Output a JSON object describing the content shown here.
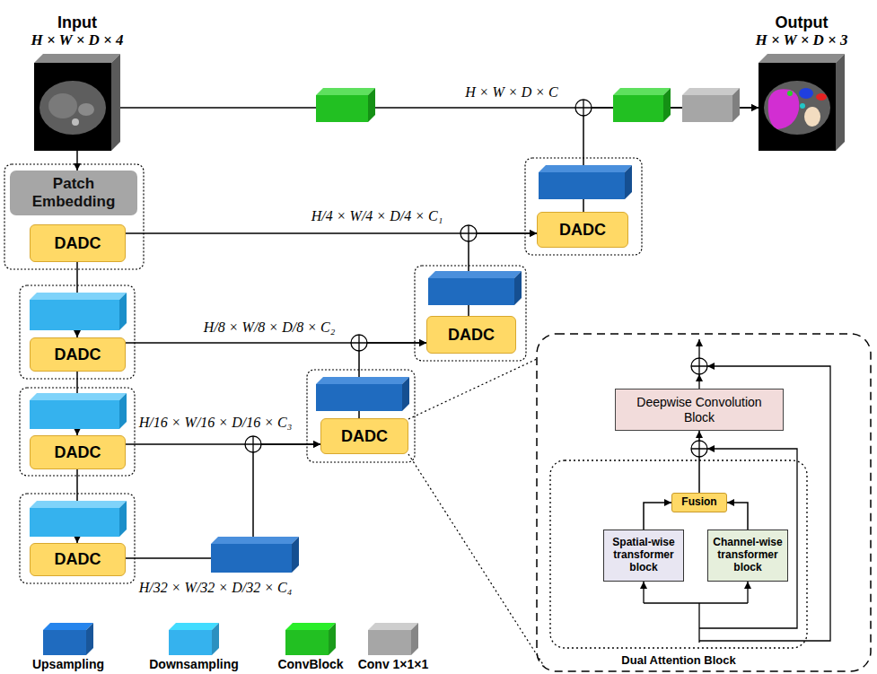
{
  "diagram": {
    "nodes": [
      {
        "text": [
          "Input",
          "H × W × D × 4"
        ]
      },
      {
        "text": [
          "Output",
          "H × W × D × 3"
        ]
      },
      {
        "text": [
          "Patch Embedding"
        ]
      },
      {
        "text": [
          "DADC"
        ]
      },
      {
        "text": [
          "DADC"
        ]
      },
      {
        "text": [
          "DADC"
        ]
      },
      {
        "text": [
          "DADC"
        ]
      },
      {
        "text": [
          "DADC"
        ]
      },
      {
        "text": [
          "DADC"
        ]
      },
      {
        "text": [
          "DADC"
        ]
      },
      {
        "text": [
          "Deepwise Convolution Block"
        ]
      },
      {
        "text": [
          "Dual Attention Block"
        ]
      },
      {
        "text": [
          "Fusion"
        ],
        "in": 11
      },
      {
        "text": [
          "Spatial-wise transformer block"
        ],
        "in": 11
      },
      {
        "text": [
          "Channel-wise transformer block"
        ],
        "in": 11
      }
    ],
    "edges": [
      {
        "from": 0,
        "to": 2,
        "arrow": "to"
      },
      {
        "from": 0,
        "to": 1,
        "arrow": "to"
      },
      {
        "from": 3,
        "to": 4,
        "arrow": "to"
      },
      {
        "from": 4,
        "to": 5,
        "arrow": "to"
      },
      {
        "from": 5,
        "to": 6,
        "arrow": "to"
      },
      {
        "from": 3,
        "to": 9,
        "arrow": "to"
      },
      {
        "from": 4,
        "to": 8,
        "arrow": "to"
      },
      {
        "from": 5,
        "to": 7,
        "arrow": "to"
      },
      {
        "from": 6,
        "to": 7,
        "arrow": "to"
      },
      {
        "from": 7,
        "to": 8,
        "arrow": "to"
      },
      {
        "from": 8,
        "to": 9,
        "arrow": "to"
      },
      {
        "from": 9,
        "to": 1,
        "arrow": "to"
      },
      {
        "from": 13,
        "to": 12,
        "arrow": "to"
      },
      {
        "from": 14,
        "to": 12,
        "arrow": "to"
      },
      {
        "from": 12,
        "to": 10,
        "arrow": "to"
      }
    ],
    "labels": [
      "H × W × D × C",
      "H/4 × W/4 × D/4 × C₁",
      "H/8 × W/8 × D/8 × C₂",
      "H/16 × W/16 × D/16 × C₃",
      "H/32 × W/32 × D/32 × C₄"
    ],
    "legend": [
      {
        "text": "Upsampling",
        "color": "#1f6bbf"
      },
      {
        "text": "Downsampling",
        "color": "#35b2ee"
      },
      {
        "text": "ConvBlock",
        "color": "#22c022"
      },
      {
        "text": "Conv 1×1×1",
        "color": "#a6a6a6"
      }
    ]
  }
}
